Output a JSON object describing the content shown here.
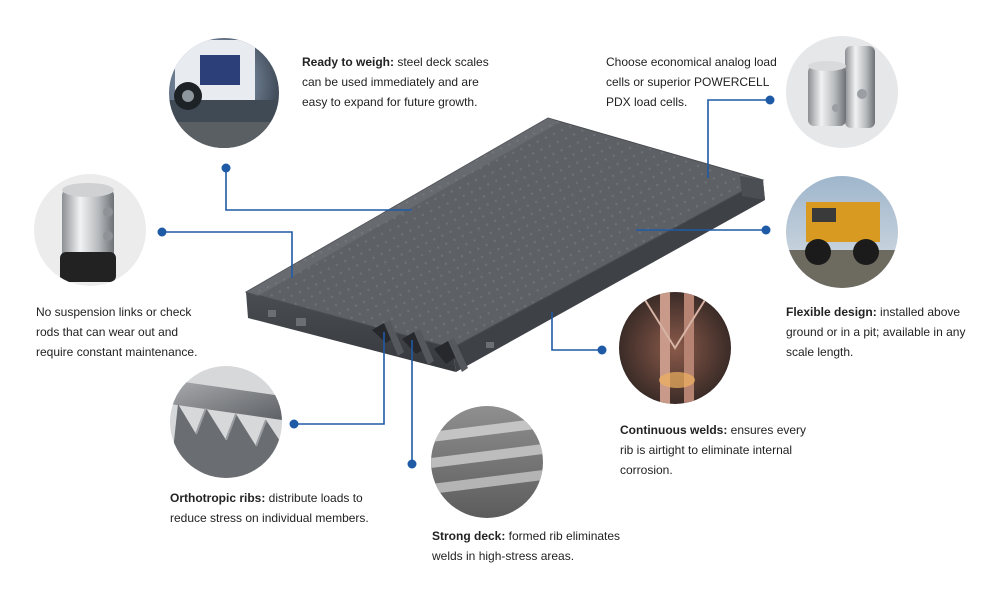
{
  "accent_color": "#1f5aa6",
  "deck_color": "#5a5e63",
  "callouts": {
    "ready": {
      "title": "Ready to weigh:",
      "body": " steel deck scales can be used immediately and are easy to expand for future growth.",
      "image_icon": "truck-photo"
    },
    "load_cells": {
      "title": "",
      "body": "Choose economical analog load cells or superior POWERCELL PDX load cells.",
      "image_icon": "load-cells-photo"
    },
    "suspension": {
      "title": "",
      "body": "No suspension links or check rods that can wear out and require constant maintenance.",
      "image_icon": "load-cell-photo"
    },
    "flexible": {
      "title": "Flexible design:",
      "body": " installed above ground or in a pit; available in any scale length.",
      "image_icon": "dump-truck-photo"
    },
    "welds": {
      "title": "Continuous welds:",
      "body": " ensures every rib is airtight to eliminate internal corrosion.",
      "image_icon": "weld-interior-photo"
    },
    "ribs": {
      "title": "Orthotropic ribs:",
      "body": " distribute loads to reduce stress on individual members.",
      "image_icon": "ribs-closeup-photo"
    },
    "strong_deck": {
      "title": "Strong deck:",
      "body": " formed rib eliminates welds in high-stress areas.",
      "image_icon": "deck-ribs-photo"
    }
  }
}
